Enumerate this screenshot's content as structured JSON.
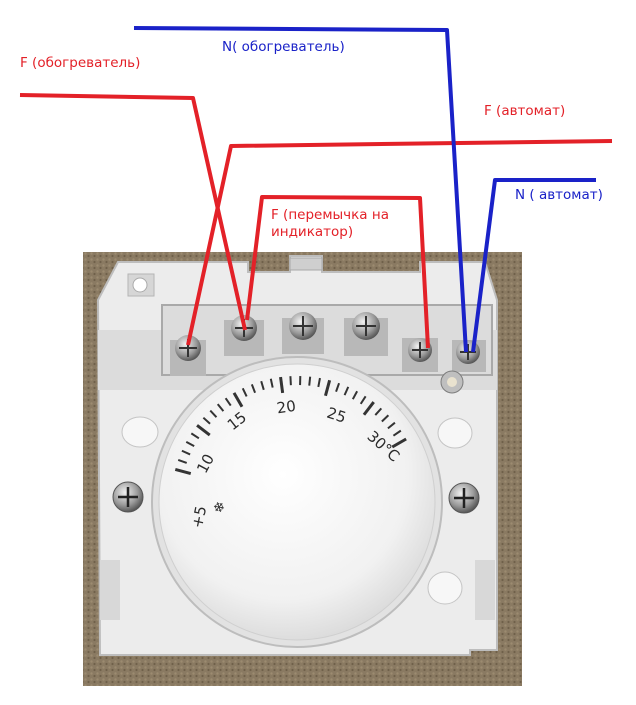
{
  "labels": {
    "n_heater": "N( обогреватель)",
    "f_heater": "F (обогреватель)",
    "f_auto": "F (автомат)",
    "n_auto": "N ( автомат)",
    "f_jumper": "F (перемычка на индикатор)"
  },
  "dial": {
    "scale": [
      "+5",
      "10",
      "15",
      "20",
      "25",
      "30°C"
    ],
    "snowflake": "❄"
  },
  "colors": {
    "phase_wire": "#e32128",
    "neutral_wire": "#1a22c8",
    "carpet": "#8a7a62",
    "device": "#ebebeb"
  }
}
